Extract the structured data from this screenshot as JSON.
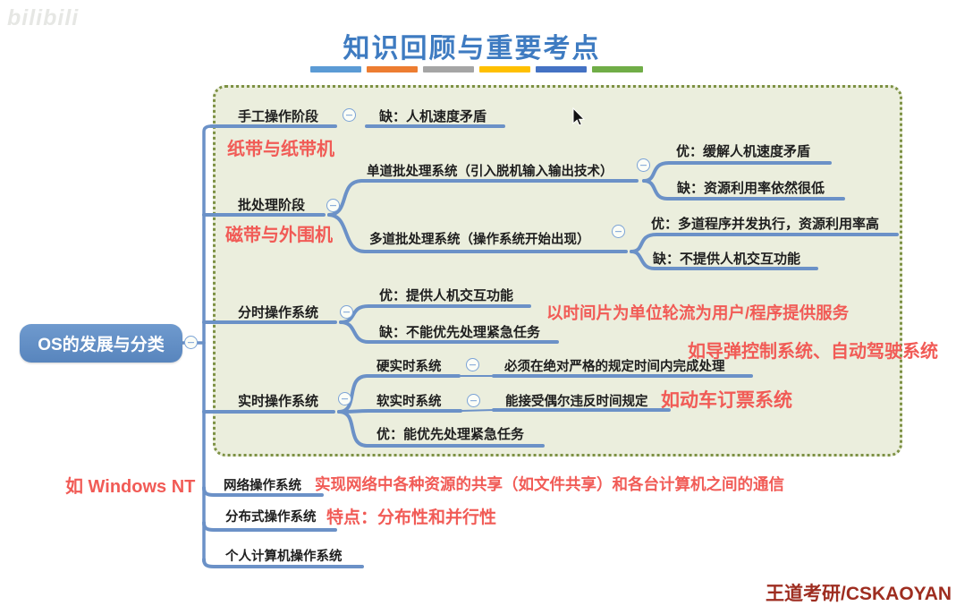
{
  "watermarks": {
    "top_left": "bilibili",
    "bottom_right": "王道考研/CSKAOYAN"
  },
  "title": "知识回顾与重要考点",
  "accent_bars": [
    "#5b9bd5",
    "#ed7d31",
    "#a5a5a5",
    "#ffc000",
    "#4472c4",
    "#70ad47"
  ],
  "colors": {
    "title_blue": "#3e7bc1",
    "line_blue": "#6b91c7",
    "note_red": "#f15b56",
    "box_fill": "#ebeedd",
    "box_border": "#7d9144",
    "root_fill": "#6290c5"
  },
  "root": {
    "label": "OS的发展与分类"
  },
  "branches": {
    "manual": {
      "label": "手工操作阶段",
      "con": "缺：人机速度矛盾",
      "note": "纸带与纸带机"
    },
    "batch": {
      "label": "批处理阶段",
      "note": "磁带与外围机",
      "single": {
        "label": "单道批处理系统（引入脱机输入输出技术）",
        "pro": "优：缓解人机速度矛盾",
        "con": "缺：资源利用率依然很低"
      },
      "multi": {
        "label": "多道批处理系统（操作系统开始出现）",
        "pro": "优：多道程序并发执行，资源利用率高",
        "con": "缺：不提供人机交互功能"
      }
    },
    "timeshare": {
      "label": "分时操作系统",
      "pro": "优：提供人机交互功能",
      "con": "缺：不能优先处理紧急任务",
      "note": "以时间片为单位轮流为用户/程序提供服务"
    },
    "realtime": {
      "label": "实时操作系统",
      "note": "如导弹控制系统、自动驾驶系统",
      "hard": {
        "label": "硬实时系统",
        "desc": "必须在绝对严格的规定时间内完成处理"
      },
      "soft": {
        "label": "软实时系统",
        "desc": "能接受偶尔违反时间规定",
        "note": "如动车订票系统"
      },
      "pro": "优：能优先处理紧急任务"
    },
    "network": {
      "label": "网络操作系统",
      "note_left": "如 Windows NT",
      "note": "实现网络中各种资源的共享（如文件共享）和各台计算机之间的通信"
    },
    "distributed": {
      "label": "分布式操作系统",
      "note": "特点：分布性和并行性"
    },
    "personal": {
      "label": "个人计算机操作系统"
    }
  }
}
